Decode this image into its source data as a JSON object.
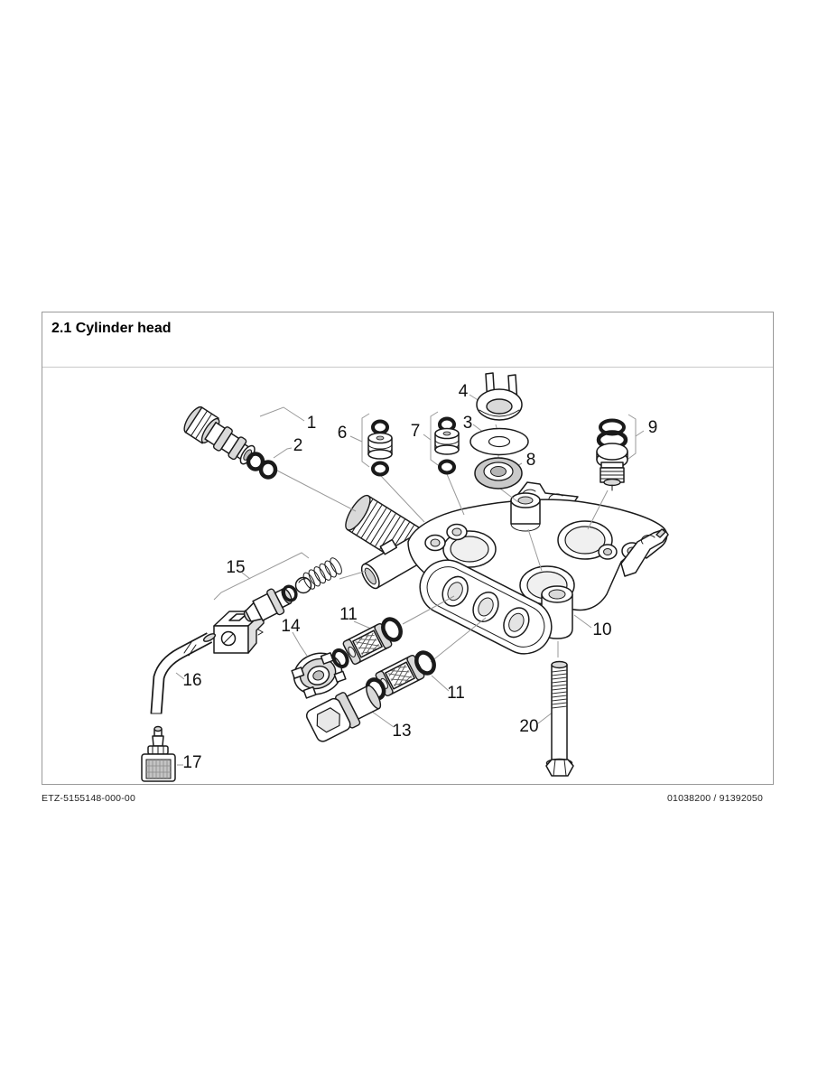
{
  "page": {
    "title": "2.1 Cylinder head",
    "footer_left": "ETZ-5155148-000-00",
    "footer_right": "01038200 / 91392050"
  },
  "diagram": {
    "callouts": [
      {
        "label": "1"
      },
      {
        "label": "2"
      },
      {
        "label": "3"
      },
      {
        "label": "4"
      },
      {
        "label": "6"
      },
      {
        "label": "7"
      },
      {
        "label": "8"
      },
      {
        "label": "9"
      },
      {
        "label": "10"
      },
      {
        "label": "11"
      },
      {
        "label": "11"
      },
      {
        "label": "13"
      },
      {
        "label": "14"
      },
      {
        "label": "15"
      },
      {
        "label": "16"
      },
      {
        "label": "17"
      },
      {
        "label": "20"
      }
    ],
    "colors": {
      "line": "#1a1a1a",
      "leader": "#999999",
      "fill_light": "#d9d9d9",
      "frame_border": "#9a9a9a"
    }
  }
}
